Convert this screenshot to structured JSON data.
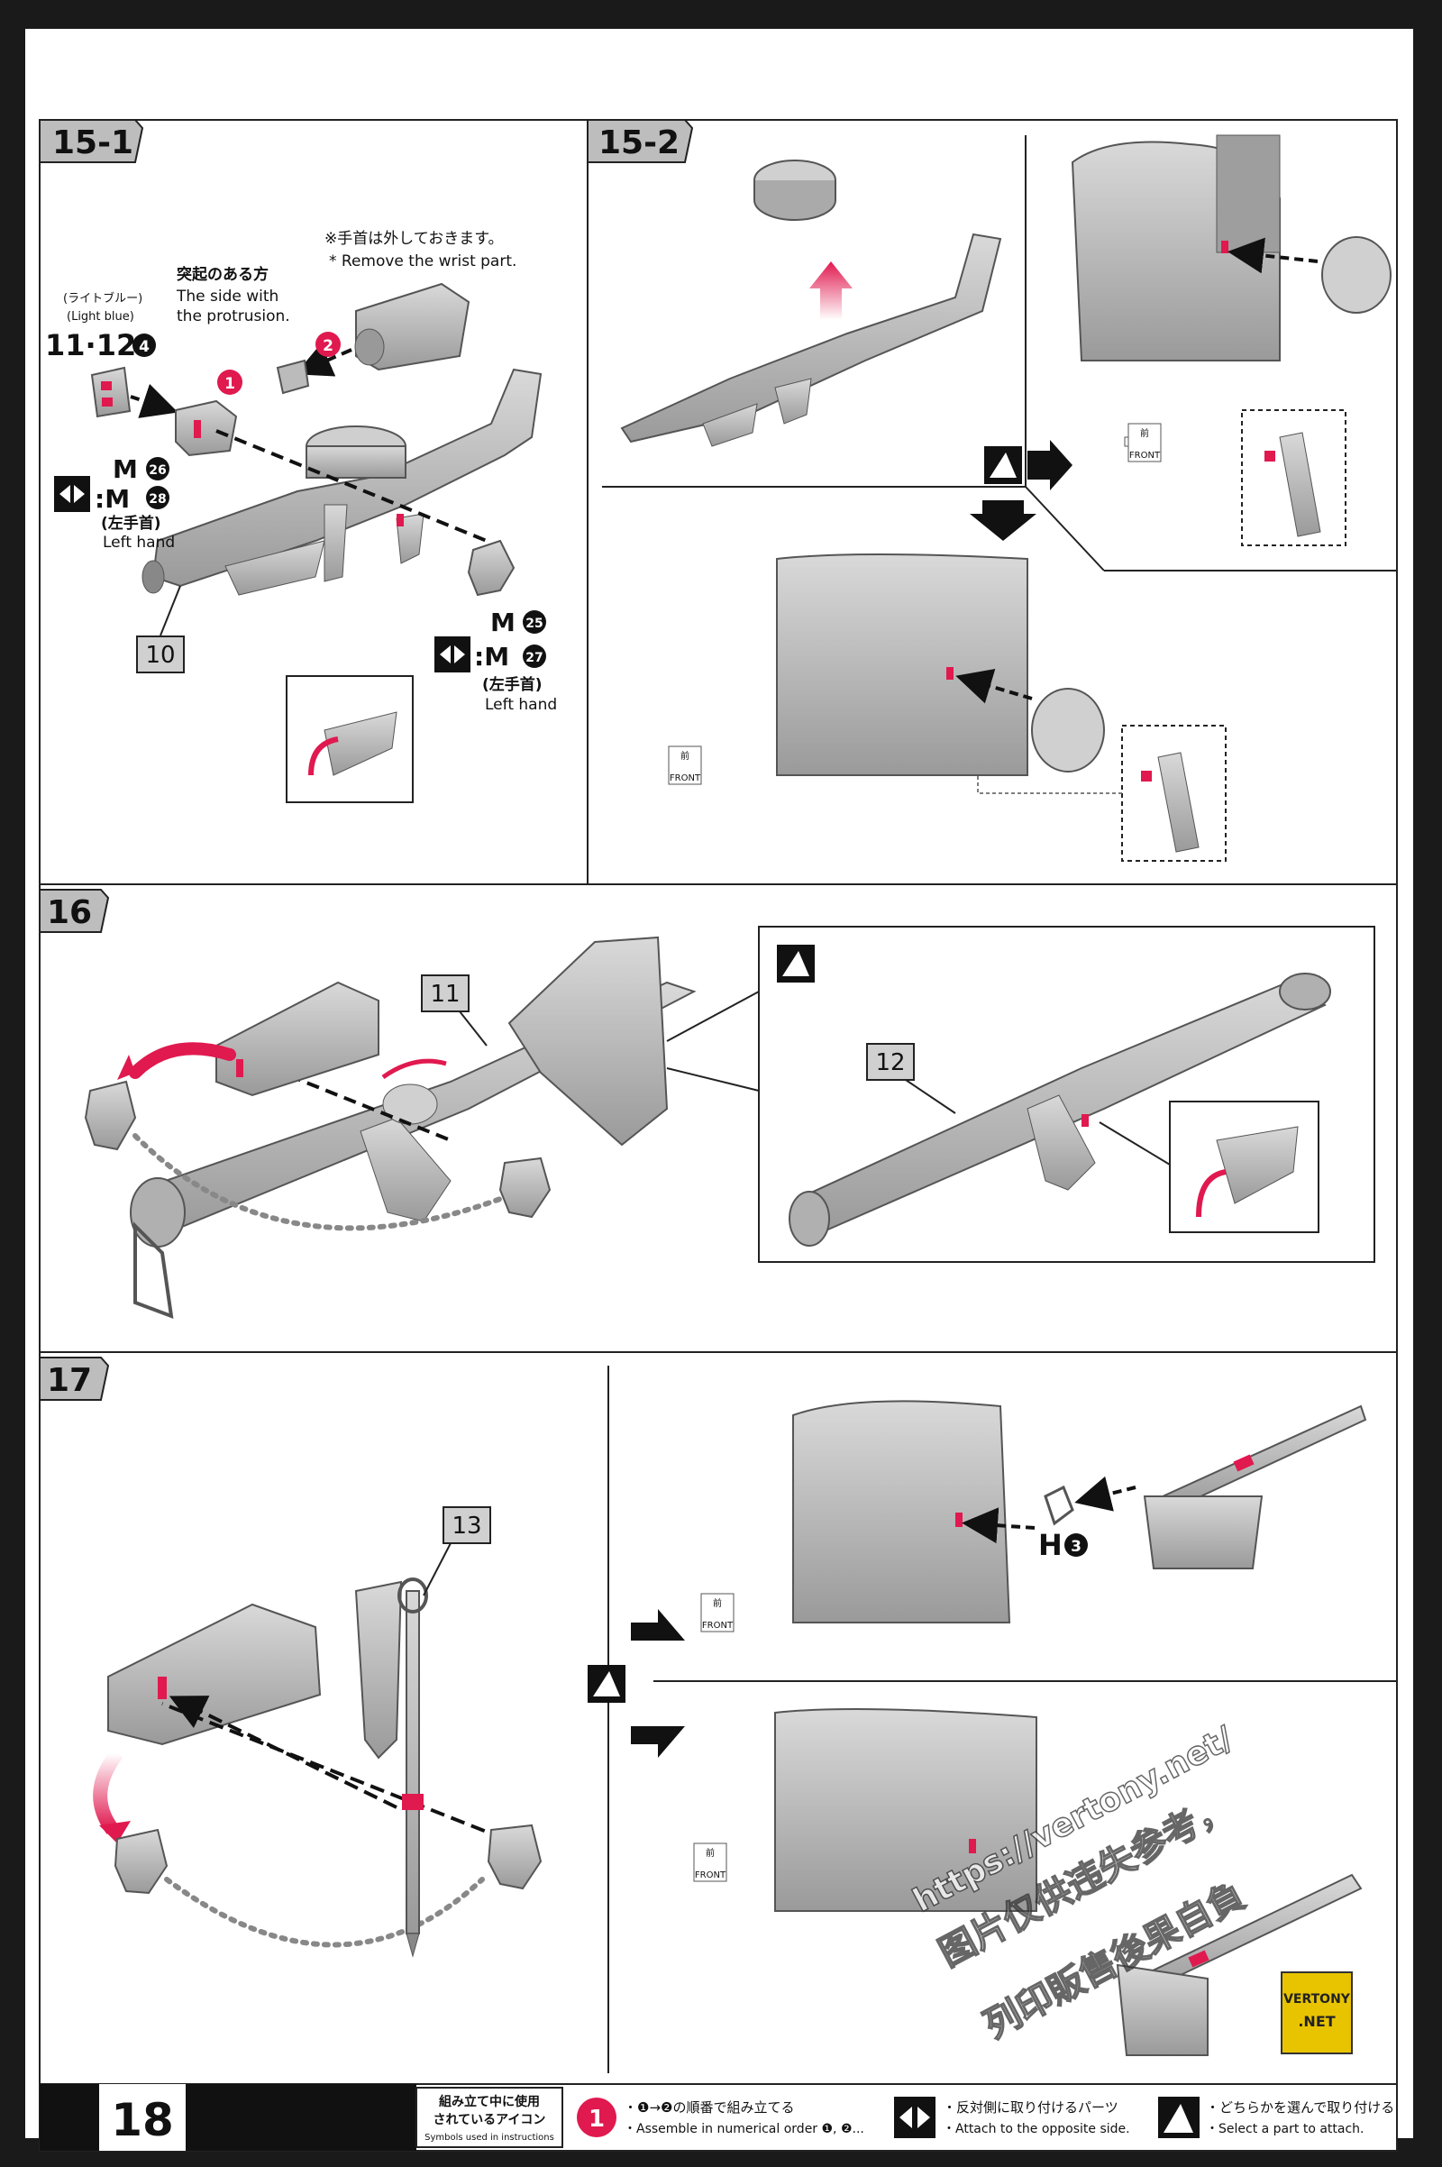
{
  "steps": {
    "s15_1": {
      "number": "15-1",
      "note_jp": "※手首は外しておきます。",
      "note_en": "* Remove the wrist part.",
      "protrusion_jp": "突起のある方",
      "protrusion_en_1": "The side with",
      "protrusion_en_2": "the protrusion.",
      "color_jp": "(ライトブルー)",
      "color_en": "(Light blue)",
      "part_code": "11·12",
      "part_code_num": "4",
      "order_1": "1",
      "order_2": "2",
      "hand_top_main": "M",
      "hand_top_main_num": "26",
      "hand_top_alt": ":M",
      "hand_top_alt_num": "28",
      "hand_top_jp": "(左手首)",
      "hand_top_en": "Left hand",
      "hand_bottom_main": "M",
      "hand_bottom_main_num": "25",
      "hand_bottom_alt": ":M",
      "hand_bottom_alt_num": "27",
      "hand_bottom_jp": "(左手首)",
      "hand_bottom_en": "Left hand",
      "part_label": "10"
    },
    "s15_2": {
      "number": "15-2",
      "front_jp": "前",
      "front_en": "FRONT"
    },
    "s16": {
      "number": "16",
      "part_label_main": "11",
      "part_label_alt": "12"
    },
    "s17": {
      "number": "17",
      "part_label": "13",
      "hinge_main": "H",
      "hinge_num": "3",
      "front_jp": "前",
      "front_en": "FRONT"
    }
  },
  "watermark": {
    "line1": "https://vertony.net/",
    "line2": "图片仅供违失参考，",
    "line3": "列印販售後果自負",
    "logo_top": "VERTONY",
    "logo_bottom": ".NET"
  },
  "footer": {
    "page_number": "18",
    "legend_title_1": "組み立て中に使用",
    "legend_title_2": "されているアイコン",
    "legend_title_en": "Symbols used in instructions",
    "item1_jp": "・❶→❷の順番で組み立てる",
    "item1_en": "・Assemble in numerical order ❶, ❷...",
    "item2_jp": "・反対側に取り付けるパーツ",
    "item2_en": "・Attach to the opposite side.",
    "item3_jp": "・どちらかを選んで取り付ける",
    "item3_en": "・Select a part to attach."
  },
  "colors": {
    "accent": "#e0194f",
    "frame": "#222222",
    "part_fill": "#b9b9b9",
    "part_shade": "#8c8c8c",
    "background": "#ffffff"
  }
}
